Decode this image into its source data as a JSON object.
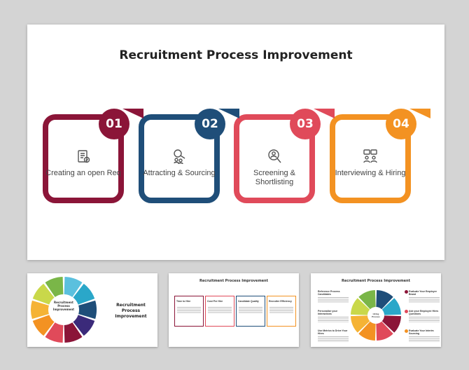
{
  "main": {
    "title": "Recruitment Process Improvement",
    "steps": [
      {
        "number": "01",
        "label": "Creating an open Req",
        "color": "#8b1538",
        "icon": "checklist-icon"
      },
      {
        "number": "02",
        "label": "Attracting & Sourcing",
        "color": "#1f4e79",
        "icon": "magnifier-people-icon"
      },
      {
        "number": "03",
        "label": "Screening & Shortlisting",
        "color": "#e04a5a",
        "icon": "search-person-icon"
      },
      {
        "number": "04",
        "label": "Interviewing & Hiring",
        "color": "#f39222",
        "icon": "interview-icon"
      }
    ]
  },
  "thumbnails": [
    {
      "title": "Recruitment Process Improvement",
      "center_label": "Recruitment Process Improvement",
      "ring_colors": [
        "#5bc0de",
        "#2aa7c9",
        "#1f4e79",
        "#3b2a7a",
        "#8b1538",
        "#e04a5a",
        "#f39222",
        "#f5b335",
        "#c9d84a",
        "#7ab648"
      ]
    },
    {
      "title": "Recruitment Process Improvement",
      "items": [
        {
          "title": "Time to Hire",
          "color": "#8b1538"
        },
        {
          "title": "Cost Per Hire",
          "color": "#e04a5a"
        },
        {
          "title": "Candidate Quality",
          "color": "#1f4e79"
        },
        {
          "title": "Recruiter Efficiency",
          "color": "#f39222"
        }
      ]
    },
    {
      "title": "Recruitment Process Improvement",
      "left_items": [
        "Reference Process Candidates",
        "Personalize your Interactions",
        "Use Metrics to Drive Your Hires"
      ],
      "right_items": [
        "Evaluate Your Employer Brand",
        "Ask your Employee Hires Questions",
        "Evaluate Your Interim Sourcing"
      ],
      "hub_label": "Hiring Process",
      "ring_colors": [
        "#1f4e79",
        "#2aa7c9",
        "#8b1538",
        "#e04a5a",
        "#f39222",
        "#f5b335",
        "#c9d84a",
        "#7ab648"
      ]
    }
  ]
}
